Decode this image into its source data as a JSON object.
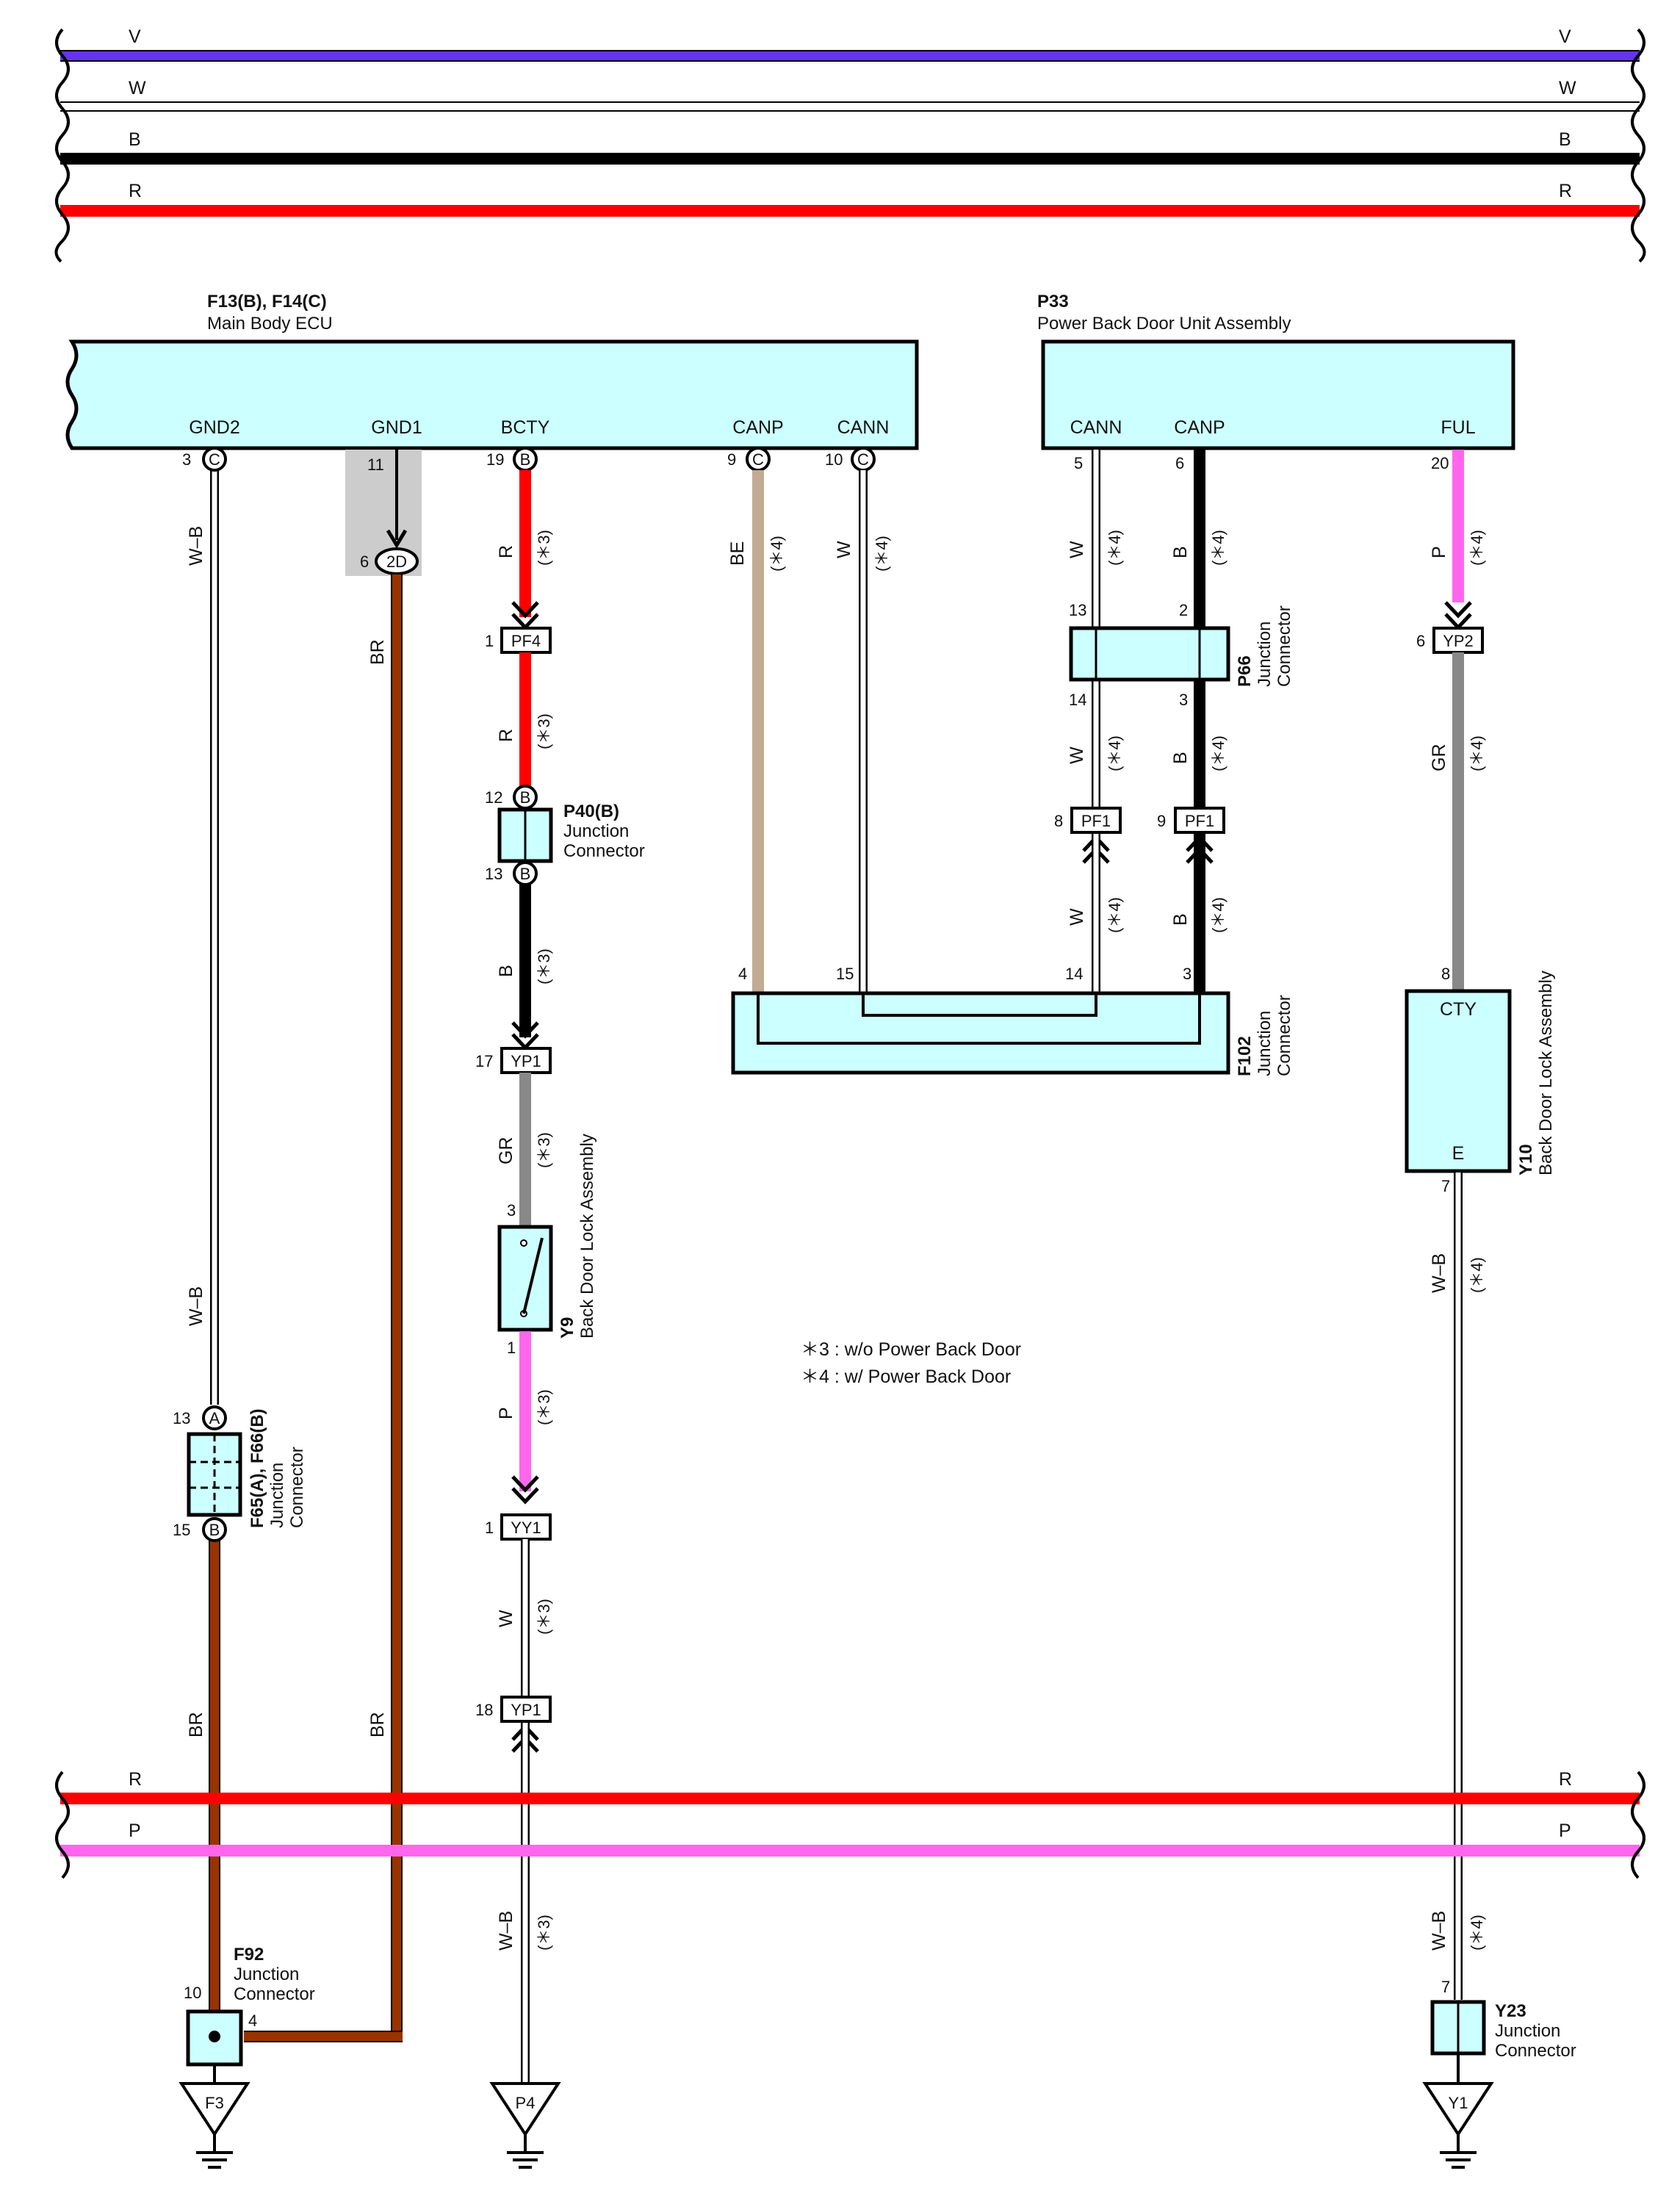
{
  "bus_top": [
    {
      "label": "V",
      "color": "#6633ee"
    },
    {
      "label": "W",
      "color": "#ffffff"
    },
    {
      "label": "B",
      "color": "#000000"
    },
    {
      "label": "R",
      "color": "#ff0000"
    }
  ],
  "bus_bottom": [
    {
      "label": "R",
      "color": "#ff0000"
    },
    {
      "label": "P",
      "color": "#ff66ee"
    }
  ],
  "components": {
    "ecu": {
      "id": "F13(B), F14(C)",
      "name": "Main Body ECU",
      "terminals": [
        "GND2",
        "GND1",
        "BCTY",
        "CANP",
        "CANN"
      ]
    },
    "pbd": {
      "id": "P33",
      "name": "Power Back Door Unit Assembly",
      "terminals": [
        "CANN",
        "CANP",
        "FUL"
      ]
    },
    "p66": {
      "id": "P66",
      "name1": "Junction",
      "name2": "Connector"
    },
    "p40": {
      "id": "P40(B)",
      "name1": "Junction",
      "name2": "Connector"
    },
    "f102": {
      "id": "F102",
      "name1": "Junction",
      "name2": "Connector"
    },
    "y10": {
      "id": "Y10",
      "name": "Back Door Lock Assembly",
      "terminals": [
        "CTY",
        "E"
      ]
    },
    "y9": {
      "id": "Y9",
      "name": "Back Door Lock Assembly"
    },
    "f65": {
      "id": "F65(A), F66(B)",
      "name1": "Junction",
      "name2": "Connector"
    },
    "f92": {
      "id": "F92",
      "name1": "Junction",
      "name2": "Connector"
    },
    "y23": {
      "id": "Y23",
      "name1": "Junction",
      "name2": "Connector"
    }
  },
  "grounds": [
    "F3",
    "P4",
    "Y1"
  ],
  "notes": [
    "＊3 : w/o Power Back Door",
    "＊4 : w/ Power Back Door"
  ],
  "wire_colors": {
    "V": "#6633ee",
    "W": "#ffffff",
    "B": "#000000",
    "R": "#ff0000",
    "P": "#ff66ee",
    "BR": "#993300",
    "BE": "#c2aa93",
    "GR": "#888888",
    "WB": "#ffffff"
  },
  "accent": {
    "component_fill": "#ccffff",
    "shield_fill": "#cccccc"
  }
}
